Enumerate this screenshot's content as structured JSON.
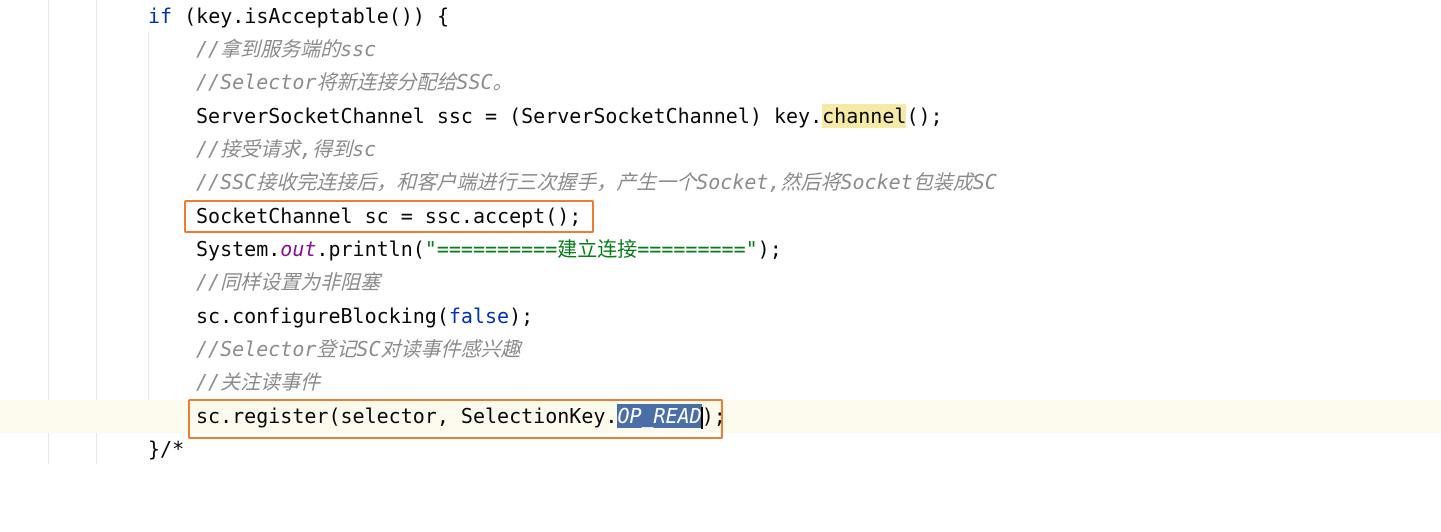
{
  "code": {
    "line1": {
      "kw": "if",
      "rest": " (key.isAcceptable()) {"
    },
    "line2": {
      "comment": "//拿到服务端的ssc"
    },
    "line3": {
      "comment": "//Selector将新连接分配给SSC。"
    },
    "line4": {
      "pre": "ServerSocketChannel ssc = (ServerSocketChannel) key.",
      "usage": "channel",
      "post": "();"
    },
    "line5": {
      "comment": "//接受请求,得到sc"
    },
    "line6": {
      "comment": "//SSC接收完连接后，和客户端进行三次握手，产生一个Socket,然后将Socket包装成SC"
    },
    "line7": {
      "text": "SocketChannel sc = ssc.accept();"
    },
    "line8": {
      "pre": "System.",
      "static": "out",
      "mid": ".println(",
      "string": "\"==========建立连接=========\"",
      "post": ");"
    },
    "line9": {
      "comment": "//同样设置为非阻塞"
    },
    "line10": {
      "pre": "sc.configureBlocking(",
      "kw": "false",
      "post": ");"
    },
    "line11": {
      "comment": "//Selector登记SC对读事件感兴趣"
    },
    "line12": {
      "comment": "//关注读事件"
    },
    "line13": {
      "pre": "sc.register(selector, SelectionKey.",
      "selected": "OP_READ",
      "post": ");"
    },
    "line14": {
      "text": "}/*"
    }
  },
  "colors": {
    "keyword": "#0033b3",
    "comment": "#8c8c8c",
    "string": "#067d17",
    "static_field": "#871094",
    "highlight_box": "#ed7d31",
    "selection": "#2f65ca",
    "current_line": "#fcfaed"
  }
}
